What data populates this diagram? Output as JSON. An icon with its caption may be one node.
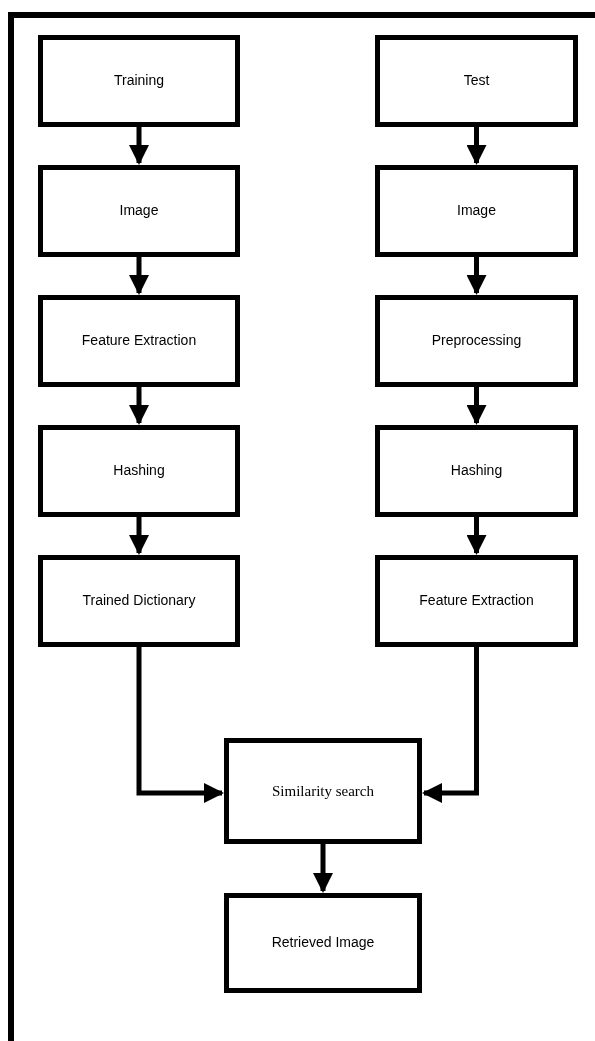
{
  "diagram": {
    "nodes": [
      {
        "text": [
          "Training"
        ]
      },
      {
        "text": [
          "Image"
        ]
      },
      {
        "text": [
          "Feature Extraction"
        ]
      },
      {
        "text": [
          "Hashing"
        ]
      },
      {
        "text": [
          "Trained Dictionary"
        ]
      },
      {
        "text": [
          "Test"
        ]
      },
      {
        "text": [
          "Image"
        ]
      },
      {
        "text": [
          "Preprocessing"
        ]
      },
      {
        "text": [
          "Hashing"
        ]
      },
      {
        "text": [
          "Feature Extraction"
        ]
      },
      {
        "text": [
          "Similarity search"
        ]
      },
      {
        "text": [
          "Retrieved Image"
        ]
      }
    ],
    "edges": [
      {
        "from": 0,
        "to": 1,
        "arrow": "to"
      },
      {
        "from": 1,
        "to": 2,
        "arrow": "to"
      },
      {
        "from": 2,
        "to": 3,
        "arrow": "to"
      },
      {
        "from": 3,
        "to": 4,
        "arrow": "to"
      },
      {
        "from": 5,
        "to": 6,
        "arrow": "to"
      },
      {
        "from": 6,
        "to": 7,
        "arrow": "to"
      },
      {
        "from": 7,
        "to": 8,
        "arrow": "to"
      },
      {
        "from": 8,
        "to": 9,
        "arrow": "to"
      },
      {
        "from": 4,
        "to": 10,
        "arrow": "to"
      },
      {
        "from": 9,
        "to": 10,
        "arrow": "to"
      },
      {
        "from": 10,
        "to": 11,
        "arrow": "to"
      }
    ]
  }
}
